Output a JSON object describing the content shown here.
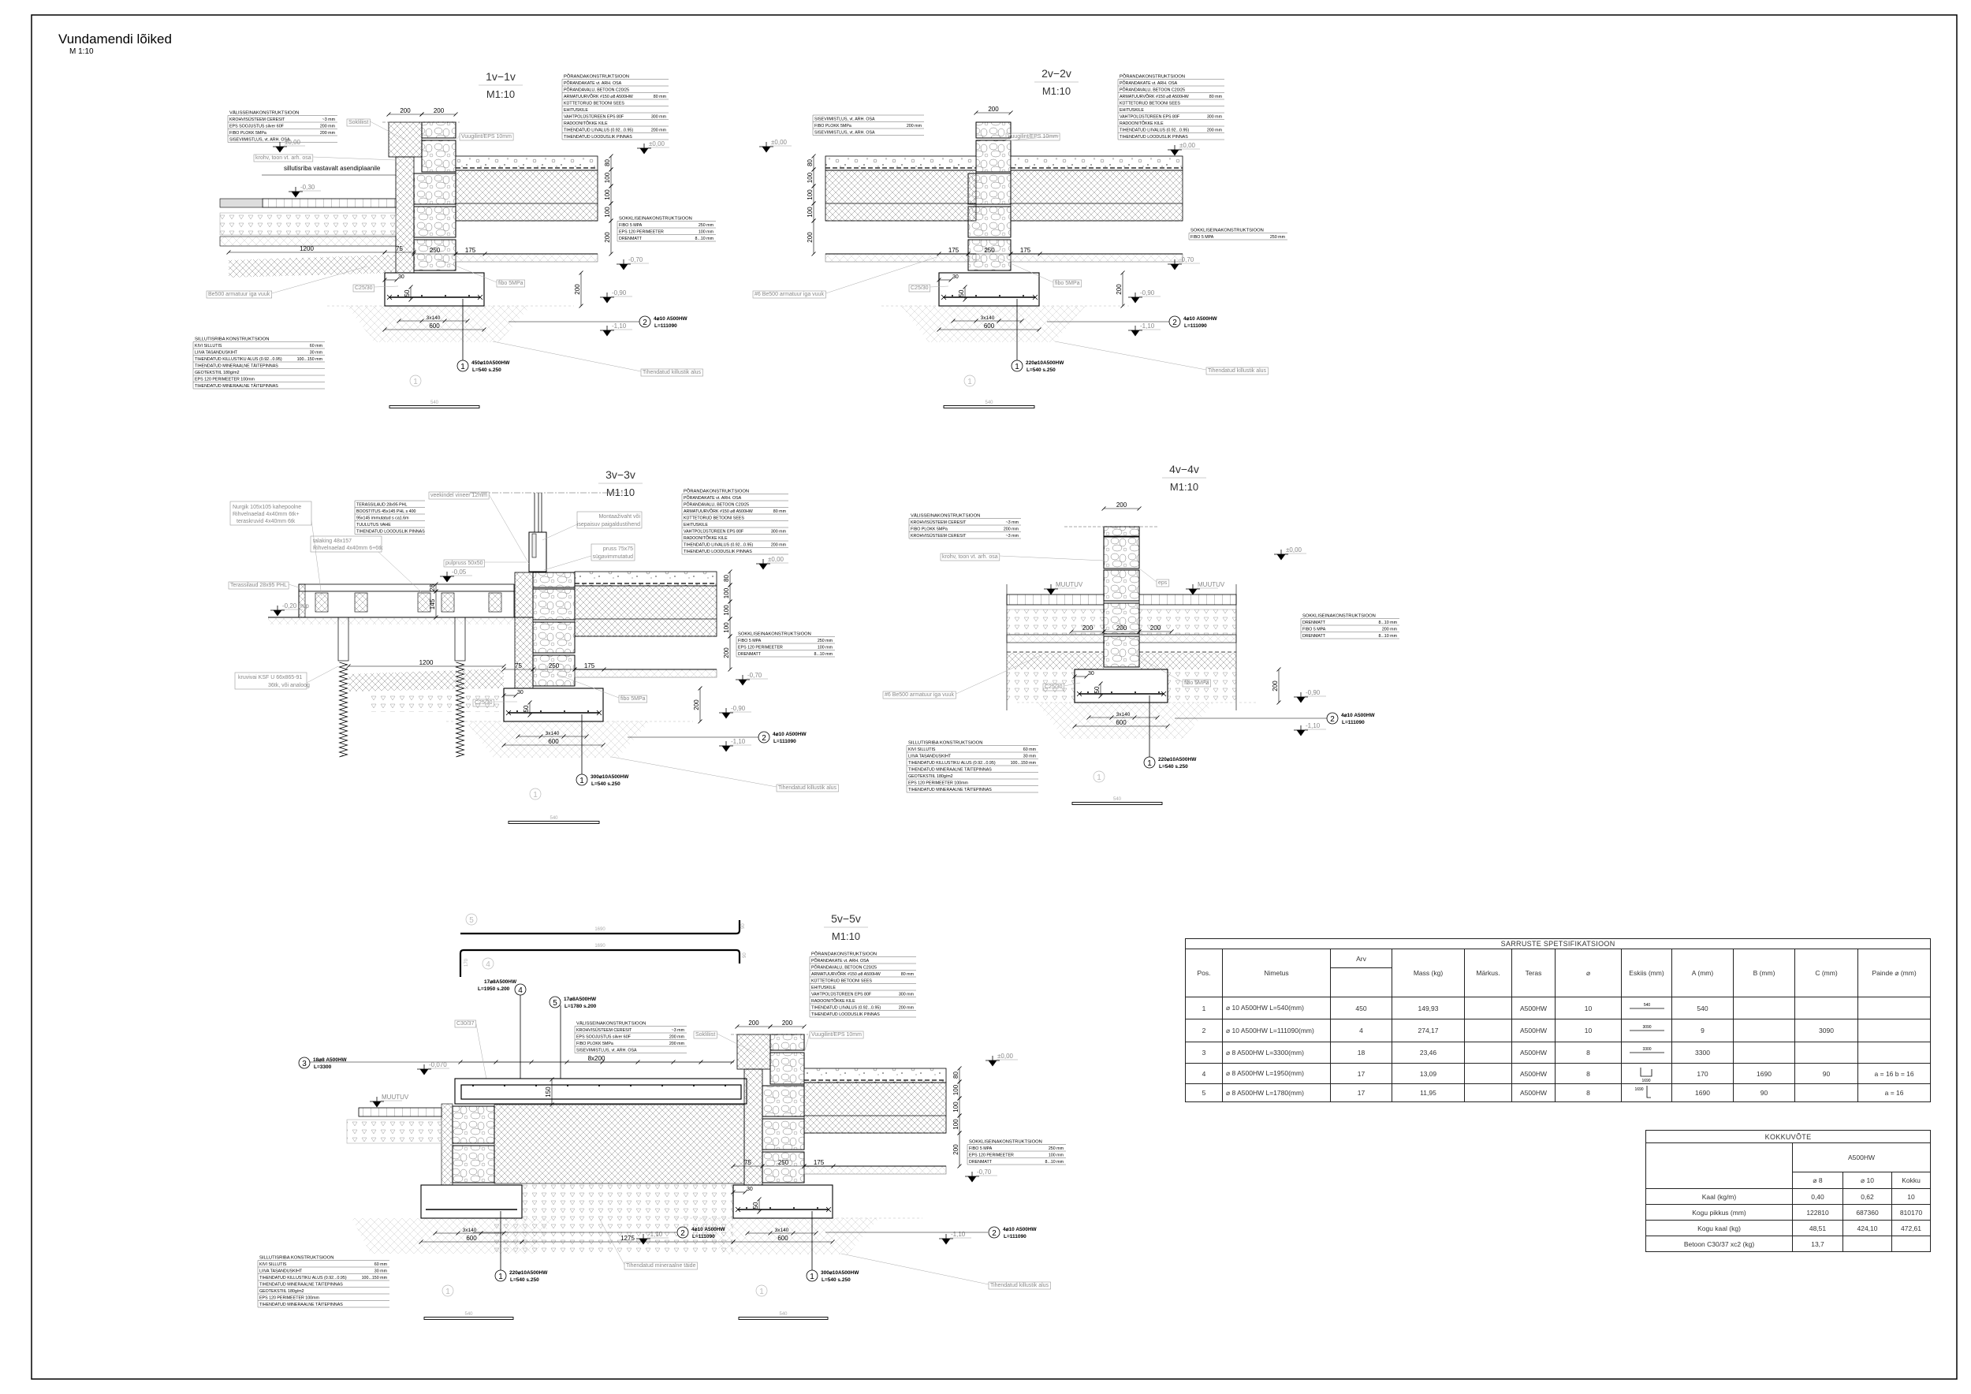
{
  "sheet": {
    "title": "Vundamendi lõiked",
    "scale": "M 1:10"
  },
  "sections": [
    {
      "title": "1v−1v",
      "scale": "M1:10"
    },
    {
      "title": "2v−2v",
      "scale": "M1:10"
    },
    {
      "title": "3v−3v",
      "scale": "M1:10"
    },
    {
      "title": "4v−4v",
      "scale": "M1:10"
    },
    {
      "title": "5v−5v",
      "scale": "M1:10"
    }
  ],
  "tables": {
    "floor": {
      "title": "PÕRANDAKONSTRUKTSIOON",
      "rows": [
        [
          "PÕRANDAKATE vt. ARH. OSA"
        ],
        [
          "PÕRANDAVALU, BETOON C20/25"
        ],
        [
          "ARMATUURVÕRK #150 ⌀8 A500HW",
          "80 mm"
        ],
        [
          "KÜTTETORUD BETOONI SEES"
        ],
        [
          "EHITUSKILE"
        ],
        [
          "VAHTPOLÜSTÜREEN EPS 80F",
          "300 mm"
        ],
        [
          "RADOONITÕKKE KILE"
        ],
        [
          "TIHENDATUD LIIVALUS (0.92...0.95)",
          "200 mm"
        ],
        [
          "TIHENDATUD LOODUSLIK PINNAS"
        ]
      ]
    },
    "wall_ext": {
      "title": "VÄLISSEINAKONSTRUKTSIOON",
      "rows": [
        [
          "KROHVISÜSTEEM CERESIT",
          "~3 mm"
        ],
        [
          "EPS SOOJUSTUS silver 60F",
          "200 mm"
        ],
        [
          "FIBO PLOKK 5MPa",
          "200 mm"
        ],
        [
          "SISEVIIMISTLUS, vt. ARH. OSA"
        ]
      ]
    },
    "wall_int": {
      "rows": [
        [
          "SISEVIIMISTLUS, vt. ARH. OSA"
        ],
        [
          "FIBO PLOKK 5MPa",
          "200 mm"
        ],
        [
          "SISEVIIMISTLUS, vt. ARH. OSA"
        ]
      ]
    },
    "wall_4v": {
      "title": "VÄLISSEINAKONSTRUKTSIOON",
      "rows": [
        [
          "KROHVISÜSTEEM CERESIT",
          "~3 mm"
        ],
        [
          "FIBO PLOKK 5MPa",
          "200 mm"
        ],
        [
          "KROHVISÜSTEEM CERESIT",
          "~3 mm"
        ]
      ]
    },
    "plinth": {
      "title": "SOKKLISEINAKONSTRUKTSIOON",
      "rows": [
        [
          "FIBO 5 MPA",
          "250 mm"
        ],
        [
          "EPS 120 PERIMEETER",
          "100 mm"
        ],
        [
          "DRENMATT",
          "8...10 mm"
        ]
      ]
    },
    "plinth_2v": {
      "title": "SOKKLISEINAKONSTRUKTSIOON",
      "rows": [
        [
          "FIBO 5 MPA",
          "250 mm"
        ]
      ]
    },
    "plinth_4v": {
      "title": "SOKKLISEINAKONSTRUKTSIOON",
      "rows": [
        [
          "DRENMATT",
          "8...10 mm"
        ],
        [
          "FIBO 5 MPA",
          "200 mm"
        ],
        [
          "DRENMATT",
          "8...10 mm"
        ]
      ]
    },
    "paving": {
      "title": "SILLUTISRIBA KONSTRUKTSIOON",
      "rows": [
        [
          "KIVI SILLUTIS",
          "60 mm"
        ],
        [
          "LIIVA TASANDUSKIHT",
          "30 mm"
        ],
        [
          "TIHENDATUD KILLUSTIKU ALUS (0.92...0.95)",
          "100...150 mm"
        ],
        [
          "TIHENDATUD MINERAALNE TÄITEPINNAS"
        ],
        [
          "GEOTEKSTIIL 180g/m2"
        ],
        [
          "EPS 120 PERIMEETER 100mm"
        ],
        [
          "TIHENDATUD MINERAALNE TÄITEPINNAS"
        ]
      ]
    },
    "deck": {
      "rows": [
        [
          "TERASSILAUD 28x95 PHL"
        ],
        [
          "BOOSTITUS 45x145 PHL s 400"
        ],
        [
          "95x145 immutatud s ca1.6m"
        ],
        [
          "TUULUTUS VAHE"
        ],
        [
          "TIHENDATUD LOODUSLIK PINNAS"
        ]
      ]
    }
  },
  "dims": {
    "d200": "200",
    "d175": "175",
    "d250": "250",
    "d75": "75",
    "d3x140": "3x140",
    "d600": "600",
    "d1200": "1200",
    "d30": "30",
    "d50": "50",
    "d80": "80",
    "d100": "100",
    "d540": "540",
    "d1275": "1275",
    "d8x200": "8x200",
    "d150": "150",
    "d1690": "1690",
    "d170": "170",
    "d90": "90",
    "d28": "28",
    "d145": "145"
  },
  "elev": {
    "zero": "±0,00",
    "m030": "-0,30",
    "m070": "-0,70",
    "m090": "-0,90",
    "m110": "-1,10",
    "m005": "-0,05",
    "m020": "-0,20 m.p",
    "m0070": "-0,070",
    "var": "MUUTUV"
  },
  "notes": {
    "sokliliist": "Sokliliist",
    "vuugilint": "Vuugilint/EPS 10mm",
    "krohv": "krohv, toon vt. arh. osa",
    "sillutis": "sillutisriba vastavalt asendiplaanile",
    "eps": "eps",
    "fibo": "fibo 5MPa",
    "be500": "Be500 armatuur iga vuuk",
    "be500b": "#6 Be500 armatuur iga vuuk",
    "c2530": "C25/30",
    "c3037": "C30/37",
    "killustik": "Tihendatud killustik alus",
    "mineraal": "Tihendatud mineraalne täide",
    "terassilaud": "Terassilaud 28x95 PHL",
    "nurgik": [
      "Nurgik 105x105 kahepoolne",
      "Rihvelnaelad 4x40mm 6tk+",
      "teraskruvid 4x40mm 6tk"
    ],
    "talaking": [
      "talaking 48x157",
      "Rihvelnaelad 4x40mm 6+6tk"
    ],
    "vineer": "veekindel vineer 12mm",
    "pulpruss": "pulpruss 50x50",
    "montaaz": [
      "Montaaživaht või",
      "isepaisuv paigaldustihend"
    ],
    "pruss": [
      "pruss 75x75",
      "sügavimmutatud"
    ],
    "kruvivai": [
      "kruvivai KSF U 66x865-91",
      "36tk, või analoog"
    ]
  },
  "rebar": {
    "b1_450": "450⌀10A500HW",
    "b1_220": "220⌀10A500HW",
    "b1_300": "300⌀10A500HW",
    "b1_len": "L=540 s.250",
    "b2": "4⌀10 A500HW",
    "b2_len": "L=111090",
    "b3": "18⌀8 A500HW",
    "b3_len": "L=3300",
    "b4": "17⌀8A500HW",
    "b4_len": "L=1950 s.200",
    "b5": "17⌀8A500HW",
    "b5_len": "L=1780 s.200"
  },
  "pos": [
    "1",
    "2",
    "3",
    "4",
    "5"
  ],
  "spec": {
    "title": "SARRUSTE SPETSIFIKATSIOON",
    "headers": [
      "Pos.",
      "Nimetus",
      "Arv",
      "Mass (kg)",
      "Märkus.",
      "Teras",
      "⌀",
      "Eskiis (mm)",
      "A (mm)",
      "B (mm)",
      "C (mm)",
      "Painde ⌀ (mm)"
    ],
    "rows": [
      {
        "pos": "1",
        "name": "⌀ 10 A500HW  L=540(mm)",
        "count": "450",
        "mass": "149,93",
        "steel": "A500HW",
        "dia": "10",
        "sketch": "540",
        "a": "540",
        "b": "",
        "c": "",
        "bend": ""
      },
      {
        "pos": "2",
        "name": "⌀ 10 A500HW  L=111090(mm)",
        "count": "4",
        "mass": "274,17",
        "steel": "A500HW",
        "dia": "10",
        "sketch": "3090",
        "a": "9",
        "b": "",
        "c": "3090",
        "bend": ""
      },
      {
        "pos": "3",
        "name": "⌀ 8 A500HW  L=3300(mm)",
        "count": "18",
        "mass": "23,46",
        "steel": "A500HW",
        "dia": "8",
        "sketch": "3300",
        "a": "3300",
        "b": "",
        "c": "",
        "bend": ""
      },
      {
        "pos": "4",
        "name": "⌀ 8 A500HW  L=1950(mm)",
        "count": "17",
        "mass": "13,09",
        "steel": "A500HW",
        "dia": "8",
        "sketch": "1690",
        "a": "170",
        "b": "1690",
        "c": "90",
        "bend": "a = 16  b = 16"
      },
      {
        "pos": "5",
        "name": "⌀ 8 A500HW  L=1780(mm)",
        "count": "17",
        "mass": "11,95",
        "steel": "A500HW",
        "dia": "8",
        "sketch": "1690",
        "a": "1690",
        "b": "90",
        "c": "",
        "bend": "a = 16"
      }
    ]
  },
  "summary": {
    "title": "KOKKUVÕTE",
    "steel": "A500HW",
    "cols": [
      "⌀ 8",
      "⌀ 10",
      "Kokku"
    ],
    "rows": [
      {
        "label": "Kaal (kg/m)",
        "v": [
          "0,40",
          "0,62",
          "10"
        ]
      },
      {
        "label": "Kogu pikkus (mm)",
        "v": [
          "122810",
          "687360",
          "810170"
        ]
      },
      {
        "label": "Kogu kaal (kg)",
        "v": [
          "48,51",
          "424,10",
          "472,61"
        ]
      },
      {
        "label": "Betoon C30/37 xc2 (kg)",
        "v": [
          "13,7",
          "",
          ""
        ]
      }
    ]
  }
}
